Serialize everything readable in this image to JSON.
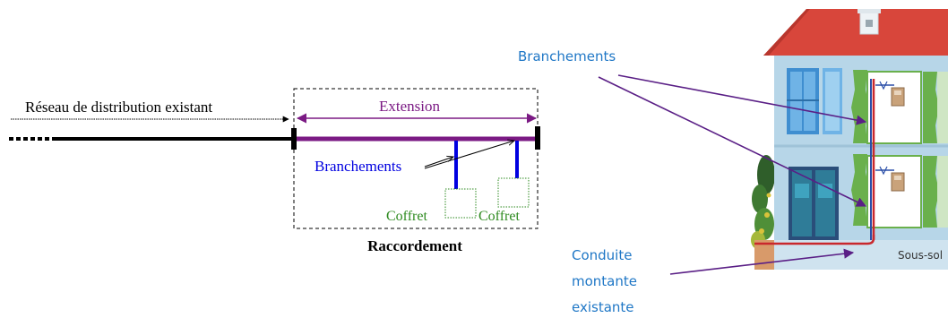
{
  "left_diagram": {
    "network_label": "Réseau de distribution existant",
    "extension_label": "Extension",
    "branchements_label": "Branchements",
    "coffret_1_label": "Coffret",
    "coffret_2_label": "Coffret",
    "raccordement_label": "Raccordement"
  },
  "building_diagram": {
    "branchements_label": "Branchements",
    "conduite_label_line1": "Conduite",
    "conduite_label_line2": "montante",
    "conduite_label_line3": "existante",
    "basement_label": "Sous-sol"
  },
  "colors": {
    "network_line": "#000000",
    "extension": "#7b1a84",
    "branchement_line": "#0000e0",
    "coffret_text": "#2d8a1f",
    "callout_text": "#1f77c6",
    "callout_arrow": "#5a1f86",
    "roof": "#d8463b",
    "wall": "#b7d6e8",
    "shutter": "#6ab04c",
    "riser": "#c9282d"
  }
}
